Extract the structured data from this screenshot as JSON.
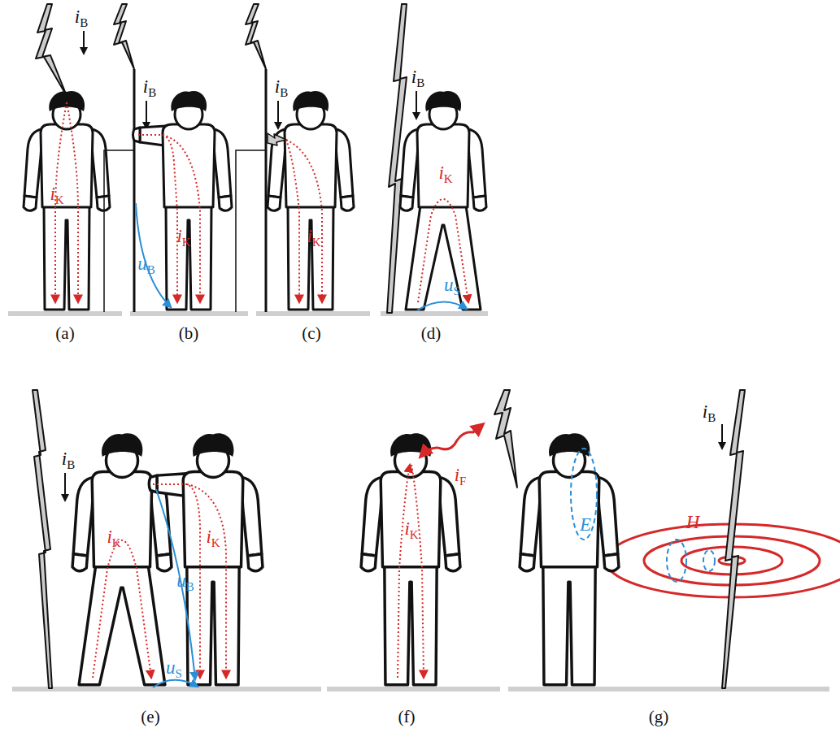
{
  "diagram": {
    "labels": [
      "iB",
      "iK",
      "(a)",
      "iB",
      "iK",
      "uB",
      "(b)",
      "iB",
      "iK",
      "(c)",
      "iB",
      "iK",
      "uS",
      "(d)",
      "iB",
      "iK",
      "iK",
      "uB",
      "uS",
      "(e)",
      "iF",
      "iK",
      "(f)",
      "iB",
      "H",
      "E",
      "(g)"
    ]
  }
}
